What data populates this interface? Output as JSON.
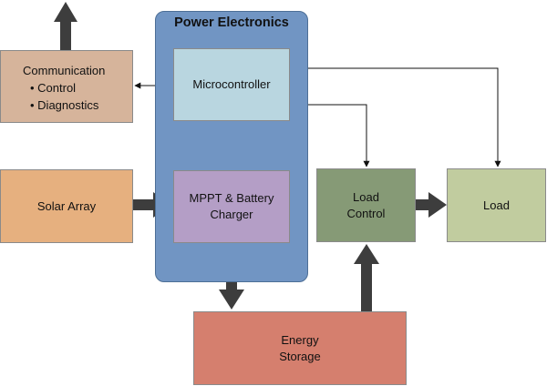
{
  "colors": {
    "power_electronics": "#7195c3",
    "microcontroller": "#b9d6e0",
    "mppt": "#b49ec6",
    "communication": "#d6b49b",
    "solar": "#e6b07f",
    "load_control": "#869a76",
    "load": "#c1cc9f",
    "energy_storage": "#d57f6e",
    "thick_arrow": "#3d3d3d",
    "thin_arrow": "#111111"
  },
  "group": {
    "title": "Power Electronics"
  },
  "nodes": {
    "microcontroller": "Microcontroller",
    "mppt": {
      "line1": "MPPT & Battery",
      "line2": "Charger"
    },
    "communication": {
      "title": "Communication",
      "item1": "• Control",
      "item2": "• Diagnostics"
    },
    "solar_array": "Solar Array",
    "load_control": {
      "line1": "Load",
      "line2": "Control"
    },
    "load": "Load",
    "energy_storage": {
      "line1": "Energy",
      "line2": "Storage"
    }
  }
}
